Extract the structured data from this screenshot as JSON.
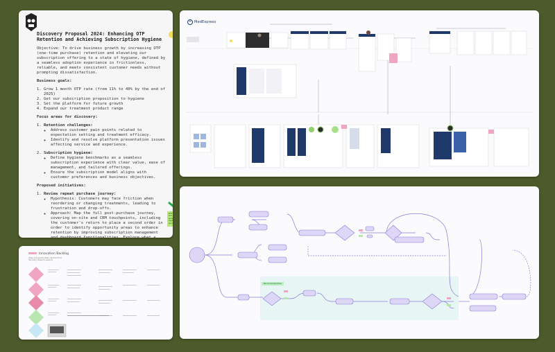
{
  "document": {
    "title": "Discovery Proposal 2024: Enhancing OTP Retention and Achieving Subscription Hygiene",
    "objective": "Objective: To drive business growth by increasing OTP (one-time purchase) retention and elevating our subscription offering to a state of hygiene, defined by a seamless adoption experience in frictionless, reliable, and meets consistent customer needs without prompting dissatisfaction.",
    "business_goals_heading": "Business goals:",
    "business_goals": [
      "Grow 1 month OTP rate (from 11% to 40% by the end of 2025)",
      "Get our subscription proposition to hygiene",
      "Set the platform for future growth",
      "Expand our treatment product range"
    ],
    "focus_heading": "Focus areas for discovery:",
    "focus_items": [
      {
        "title": "Retention challenges:",
        "bullets": [
          "Address customer pain points related to expectation setting and treatment efficacy.",
          "Identify and resolve platform presentation issues affecting service and experience."
        ]
      },
      {
        "title": "Subscription hygiene:",
        "bullets": [
          "Define hygiene benchmarks as a seamless subscription experience with clear value, ease of management, and tailored offerings.",
          "Ensure the subscription model aligns with customer preferences and business objectives."
        ]
      }
    ],
    "initiatives_heading": "Proposed initiatives:",
    "initiatives": [
      {
        "title": "Review repeat purchase journey:",
        "bullets": [
          "Hypothesis: Customers may face friction when reordering or changing treatments, leading to frustration and drop-offs.",
          "Approach: Map the full post-purchase journey, covering on-site and CRM touchpoints, including the customer's return to place a second order in order to identify opportunity areas to enhance retention by improving subscription management and dashboard functionalities. Explore what a logged-in experience should look like post-purchase. Experimentation may focus on improving these elements to drive a seamless and engaging experience"
        ]
      }
    ],
    "sticky_note": "OTP retention and subscription hygiene journey"
  },
  "backlog": {
    "title": "Innovation Backlog",
    "description": "Ideas and opportunities captured from discovery research sessions"
  },
  "journey": {
    "brand": "MedExpress"
  },
  "flow": {
    "group_label": "Recommended flow"
  },
  "colors": {
    "canvas": "#4d5a2b",
    "board": "#fbfbfd",
    "flow_node": "#ddd6f6",
    "flow_line": "#8a7ad8",
    "journey_screen": "#1f3a6a",
    "group_fill": "#e7f6f4",
    "sticky": "#b6e77a",
    "check": "#2fa84f"
  }
}
